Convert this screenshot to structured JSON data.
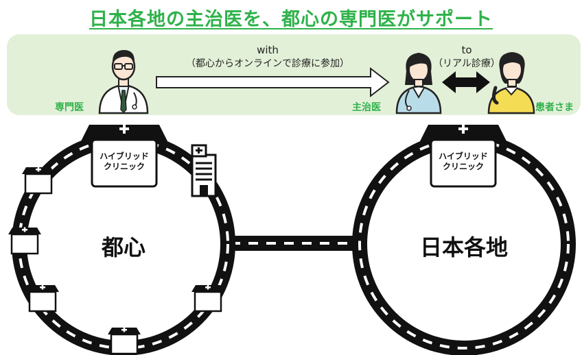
{
  "title": "日本各地の主治医を、都心の専門医がサポート",
  "roles": {
    "specialist": "専門医",
    "attending": "主治医",
    "patient": "患者さま"
  },
  "arrow_with": {
    "label": "with",
    "sub": "（都心からオンラインで診療に参加）"
  },
  "arrow_to": {
    "label": "to",
    "sub": "（リアル診療）"
  },
  "clinic_label_line1": "ハイブリッド",
  "clinic_label_line2": "クリニック",
  "region_left": "都心",
  "region_right": "日本各地",
  "colors": {
    "accent_green": "#2eb24a",
    "band_bg": "#e3f0d8",
    "patient_shirt": "#f4dc55",
    "doctor_scrub": "#b9dde8",
    "road": "#111111"
  }
}
